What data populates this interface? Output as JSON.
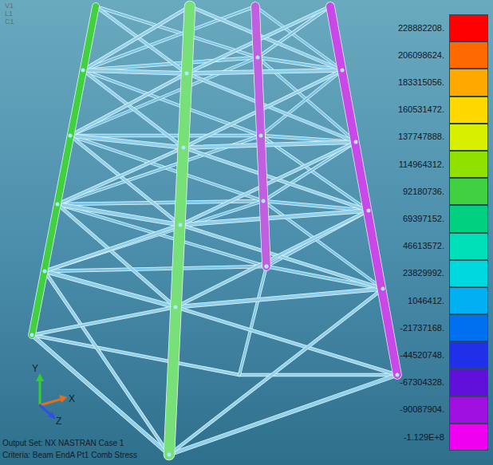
{
  "diagram": {
    "labels": [
      "V1",
      "L1",
      "C1",
      "Y",
      "X",
      "Z",
      "Output Set: NX NASTRAN Case 1",
      "Criteria: Beam EndA Pt1 Comb Stress"
    ],
    "legend": [
      {
        "text": "228882208.",
        "color": "#ff0000"
      },
      {
        "text": "206098624.",
        "color": "#ff6a00"
      },
      {
        "text": "183315056.",
        "color": "#ffa800"
      },
      {
        "text": "160531472.",
        "color": "#ffd800"
      },
      {
        "text": "137747888.",
        "color": "#d8f000"
      },
      {
        "text": "114964312.",
        "color": "#90e000"
      },
      {
        "text": "92180736.",
        "color": "#40d040"
      },
      {
        "text": "69397152.",
        "color": "#00d080"
      },
      {
        "text": "46613572.",
        "color": "#00e0b8"
      },
      {
        "text": "23829992.",
        "color": "#00d8e0"
      },
      {
        "text": "1046412.",
        "color": "#00b0f0"
      },
      {
        "text": "-21737168.",
        "color": "#0070f0"
      },
      {
        "text": "-44520748.",
        "color": "#2030e8"
      },
      {
        "text": "-67304328.",
        "color": "#6010d8"
      },
      {
        "text": "-90087904.",
        "color": "#a010e0"
      },
      {
        "text": "-1.129E+8",
        "color": "#f000f0"
      }
    ]
  }
}
